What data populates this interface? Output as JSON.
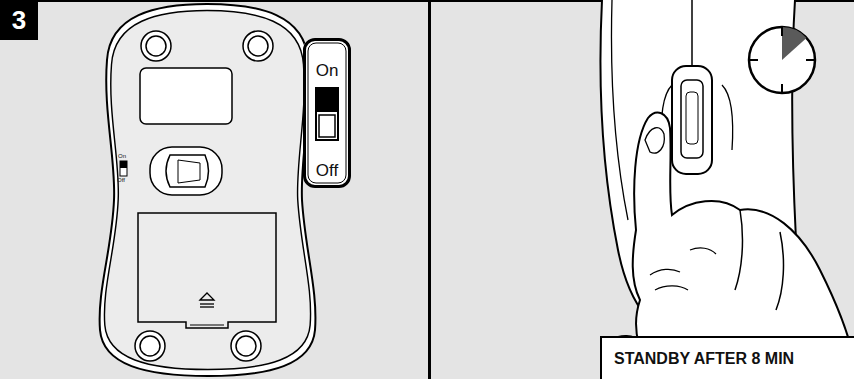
{
  "diagram": {
    "nodes": [
      {
        "text": [
          "3"
        ]
      },
      {
        "text": [
          "On",
          "Off"
        ]
      },
      {
        "text": [
          "STANDBY AFTER 8 MIN"
        ]
      }
    ],
    "labels": [
      "On",
      "Off"
    ]
  }
}
